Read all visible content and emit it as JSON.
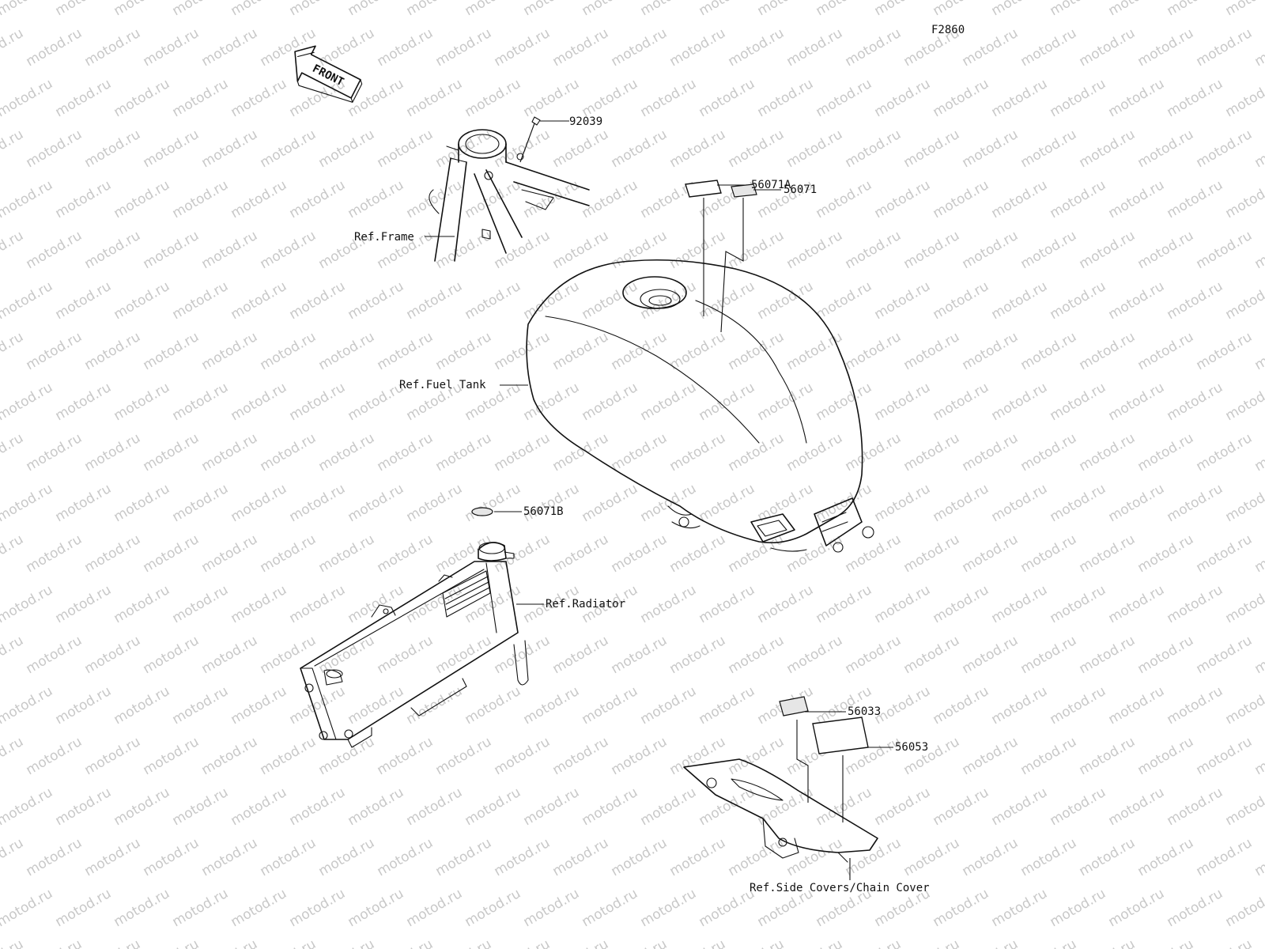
{
  "figure_code": "F2860",
  "front_arrow_text": "FRONT",
  "watermark_text": "motod.ru",
  "labels": {
    "part_92039": "92039",
    "ref_frame": "Ref.Frame",
    "part_56071A": "56071A",
    "part_56071": "56071",
    "ref_fuel_tank": "Ref.Fuel Tank",
    "part_56071B": "56071B",
    "ref_radiator": "Ref.Radiator",
    "part_56033": "56033",
    "part_56053": "56053",
    "ref_side_covers": "Ref.Side Covers/Chain Cover"
  },
  "colors": {
    "ink": "#111111",
    "watermark": "#c8c8c8",
    "background": "#ffffff"
  }
}
